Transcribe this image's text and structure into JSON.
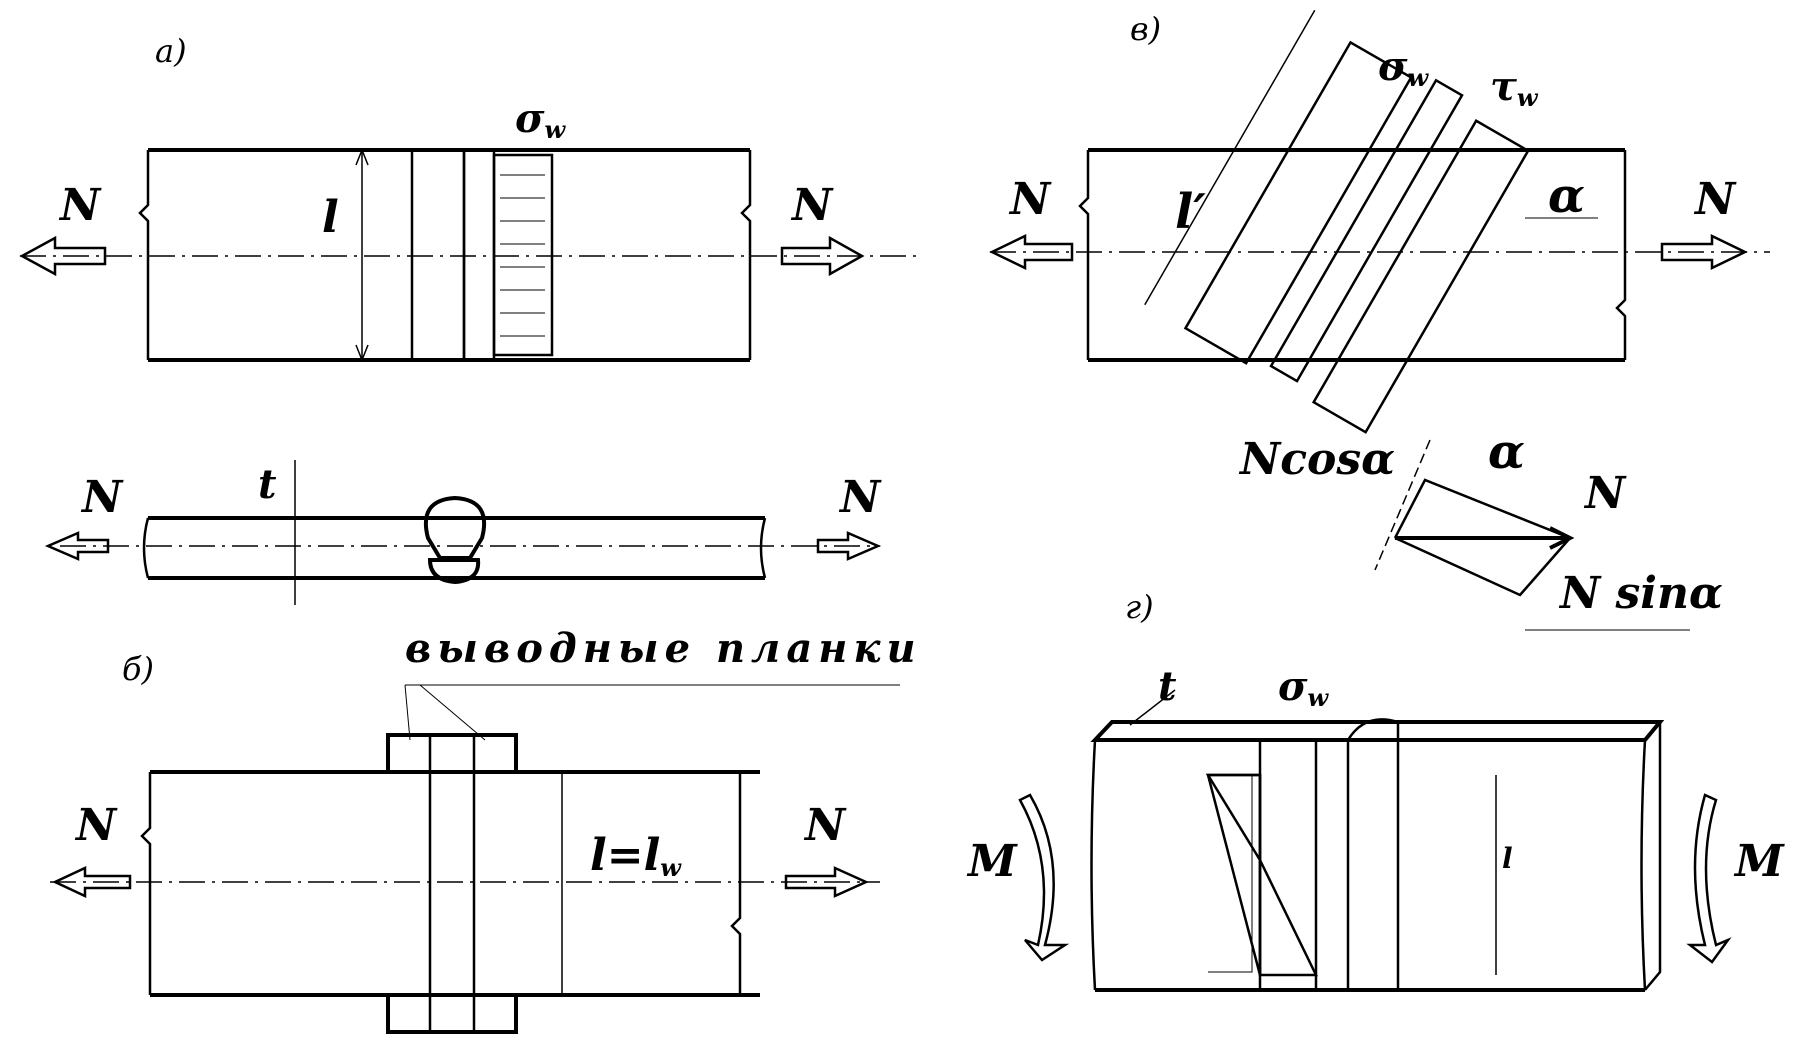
{
  "labels": {
    "panel_a": "а)",
    "panel_b": "б)",
    "panel_v": "в)",
    "panel_g": "г)",
    "force": "N",
    "moment": "M",
    "length": "l",
    "length_oblique": "l′",
    "length_eq_left": "l=l",
    "length_eq_sub": "w",
    "thickness": "t",
    "stress_normal": "σ",
    "stress_shear": "τ",
    "stress_sub": "w",
    "angle": "α",
    "n_cos": "Ncosα",
    "n_sin": "N sinα",
    "runoff_tabs": "выводные планки"
  }
}
